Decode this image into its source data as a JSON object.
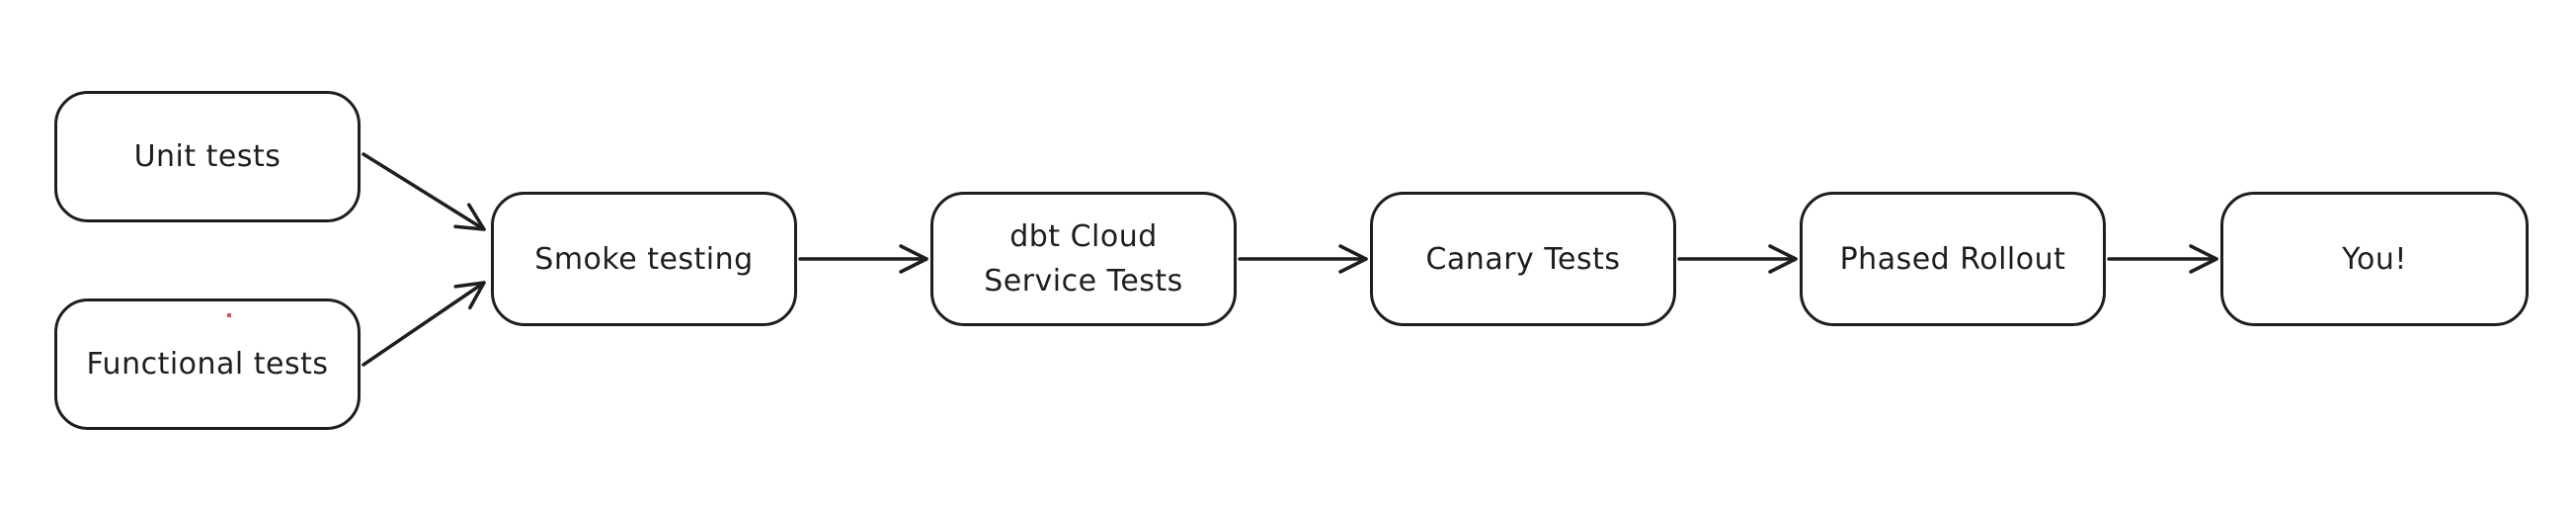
{
  "colors": {
    "stroke": "#1e1e1e",
    "background": "#ffffff",
    "artifact_dot": "#e05252"
  },
  "diagram": {
    "type": "flowchart",
    "style": "hand-drawn",
    "direction": "left-to-right",
    "nodes": [
      {
        "id": "unit-tests",
        "label": "Unit tests"
      },
      {
        "id": "functional-tests",
        "label": "Functional tests"
      },
      {
        "id": "smoke-testing",
        "label": "Smoke testing"
      },
      {
        "id": "dbt-cloud-service-tests",
        "label": "dbt Cloud\nService Tests"
      },
      {
        "id": "canary-tests",
        "label": "Canary Tests"
      },
      {
        "id": "phased-rollout",
        "label": "Phased Rollout"
      },
      {
        "id": "you",
        "label": "You!"
      }
    ],
    "edges": [
      {
        "from": "unit-tests",
        "to": "smoke-testing"
      },
      {
        "from": "functional-tests",
        "to": "smoke-testing"
      },
      {
        "from": "smoke-testing",
        "to": "dbt-cloud-service-tests"
      },
      {
        "from": "dbt-cloud-service-tests",
        "to": "canary-tests"
      },
      {
        "from": "canary-tests",
        "to": "phased-rollout"
      },
      {
        "from": "phased-rollout",
        "to": "you"
      }
    ]
  }
}
